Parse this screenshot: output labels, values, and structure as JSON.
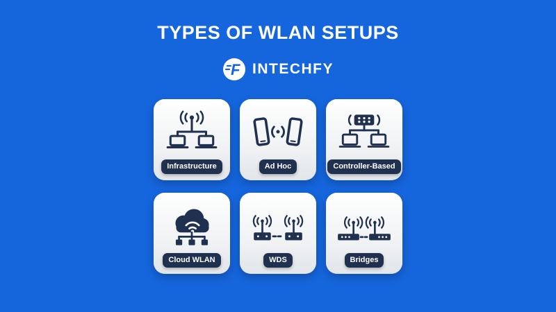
{
  "title": "TYPES OF WLAN SETUPS",
  "logo": {
    "text": "INTECHFY",
    "mark_letter": "F"
  },
  "colors": {
    "background": "#1565DC",
    "card": "#F2F3F5",
    "pill": "#20304F",
    "icon": "#20304F",
    "text": "#FFFFFF"
  },
  "cards": [
    {
      "label": "Infrastructure",
      "icon": "infrastructure-icon"
    },
    {
      "label": "Ad Hoc",
      "icon": "adhoc-icon"
    },
    {
      "label": "Controller-Based",
      "icon": "controller-based-icon"
    },
    {
      "label": "Cloud WLAN",
      "icon": "cloud-wlan-icon"
    },
    {
      "label": "WDS",
      "icon": "wds-icon"
    },
    {
      "label": "Bridges",
      "icon": "bridges-icon"
    }
  ]
}
